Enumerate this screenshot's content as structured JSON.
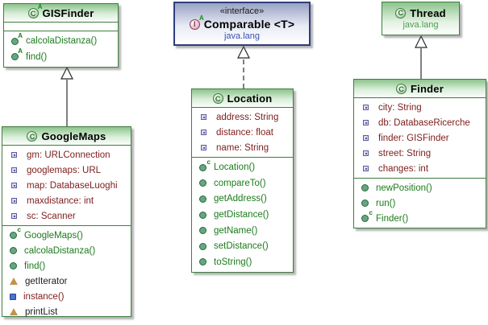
{
  "diagram": {
    "background": "#ffffff",
    "colors": {
      "class_border": "#3e7d3e",
      "class_header_gradient_top": "#8cc48c",
      "interface_border": "#2f3c7e",
      "interface_header_gradient_top": "#99a2c2",
      "method_text": "#1b7a1b",
      "field_text": "#7d1c1c",
      "plain_text": "#1c1c1c",
      "package_text_green": "#4f9b4f",
      "package_text_blue": "#3850b0"
    },
    "classes": {
      "gisfinder": {
        "title": "GISFinder",
        "kind": "abstract class",
        "kind_icon": "abstract-class-icon",
        "fields": [],
        "methods": [
          {
            "label": "calcolaDistanza()",
            "icon": "abstract-method",
            "style": "method"
          },
          {
            "label": "find()",
            "icon": "abstract-method",
            "style": "method"
          }
        ]
      },
      "comparable": {
        "stereotype": "«interface»",
        "title": "Comparable <T>",
        "package": "java.lang",
        "kind": "interface",
        "kind_icon": "interface-icon"
      },
      "thread": {
        "title": "Thread",
        "package": "java.lang",
        "kind": "class",
        "kind_icon": "class-icon"
      },
      "googlemaps": {
        "title": "GoogleMaps",
        "kind": "class",
        "kind_icon": "class-icon",
        "fields": [
          "gm: URLConnection",
          "googlemaps: URL",
          "map: DatabaseLuoghi",
          "maxdistance: int",
          "sc: Scanner"
        ],
        "methods": [
          {
            "label": "GoogleMaps()",
            "icon": "constructor",
            "style": "method"
          },
          {
            "label": "calcolaDistanza()",
            "icon": "method",
            "style": "method"
          },
          {
            "label": "find()",
            "icon": "method",
            "style": "method"
          },
          {
            "label": "getIterator",
            "icon": "node-triangle",
            "style": "plain"
          },
          {
            "label": "instance()",
            "icon": "static-method",
            "style": "static"
          },
          {
            "label": "printList",
            "icon": "node-triangle",
            "style": "plain"
          }
        ]
      },
      "location": {
        "title": "Location",
        "kind": "class",
        "kind_icon": "class-icon",
        "fields": [
          "address: String",
          "distance: float",
          "name: String"
        ],
        "methods": [
          {
            "label": "Location()",
            "icon": "constructor",
            "style": "method"
          },
          {
            "label": "compareTo()",
            "icon": "method",
            "style": "method"
          },
          {
            "label": "getAddress()",
            "icon": "method",
            "style": "method"
          },
          {
            "label": "getDistance()",
            "icon": "method",
            "style": "method"
          },
          {
            "label": "getName()",
            "icon": "method",
            "style": "method"
          },
          {
            "label": "setDistance()",
            "icon": "method",
            "style": "method"
          },
          {
            "label": "toString()",
            "icon": "method",
            "style": "method"
          }
        ]
      },
      "finder": {
        "title": "Finder",
        "kind": "class",
        "kind_icon": "class-icon",
        "fields": [
          "city: String",
          "db: DatabaseRicerche",
          "finder: GISFinder",
          "street: String",
          "changes: int"
        ],
        "methods": [
          {
            "label": "newPosition()",
            "icon": "method",
            "style": "method"
          },
          {
            "label": "run()",
            "icon": "method",
            "style": "method"
          },
          {
            "label": "Finder()",
            "icon": "constructor",
            "style": "method"
          }
        ]
      }
    },
    "relations": [
      {
        "from": "GoogleMaps",
        "to": "GISFinder",
        "type": "extends",
        "line": "solid"
      },
      {
        "from": "Location",
        "to": "Comparable <T>",
        "type": "implements",
        "line": "dashed"
      },
      {
        "from": "Finder",
        "to": "Thread",
        "type": "extends",
        "line": "solid"
      }
    ]
  }
}
